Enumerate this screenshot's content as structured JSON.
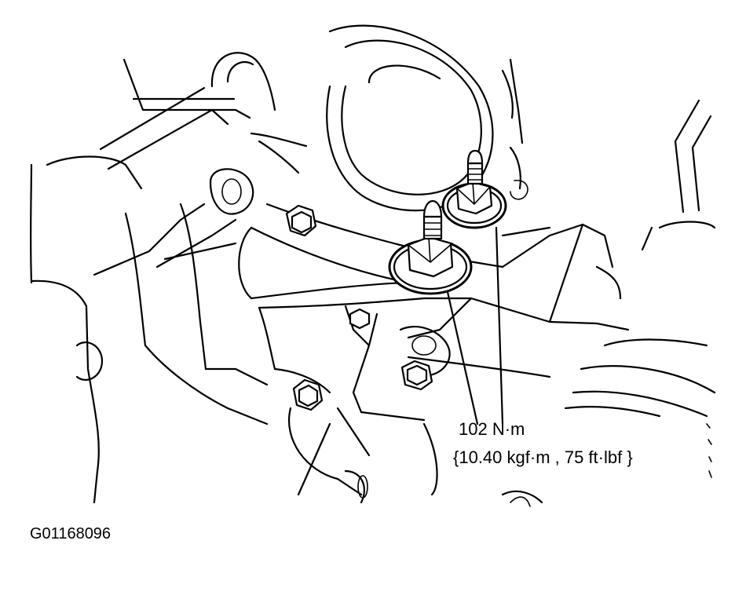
{
  "figure": {
    "code": "G01168096",
    "callout": {
      "torque_value": "102 N·m",
      "torque_alt": "{10.40 kgf·m , 75 ft·lbf }"
    }
  },
  "colors": {
    "line": "#000000",
    "background": "#ffffff"
  }
}
